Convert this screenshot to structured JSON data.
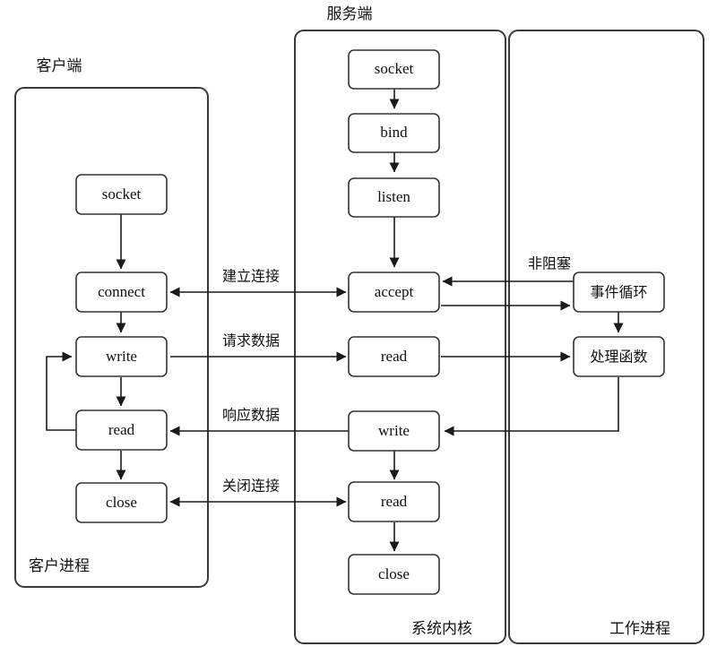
{
  "groups": {
    "client": {
      "title": "客户端",
      "footer": "客户进程"
    },
    "server": {
      "title": "服务端"
    },
    "kernel": {
      "footer": "系统内核"
    },
    "worker": {
      "footer": "工作进程"
    }
  },
  "client_nodes": {
    "socket": "socket",
    "connect": "connect",
    "write": "write",
    "read": "read",
    "close": "close"
  },
  "server_nodes": {
    "socket": "socket",
    "bind": "bind",
    "listen": "listen",
    "accept": "accept",
    "read1": "read",
    "write": "write",
    "read2": "read",
    "close": "close"
  },
  "worker_nodes": {
    "event_loop": "事件循环",
    "handler": "处理函数"
  },
  "edge_labels": {
    "establish": "建立连接",
    "request": "请求数据",
    "response": "响应数据",
    "close": "关闭连接",
    "nonblocking": "非阻塞"
  },
  "colors": {
    "background": "#ffffff",
    "container_stroke": "#3a3a3a",
    "node_stroke": "#333333",
    "line": "#1a1a1a",
    "text": "#111111"
  }
}
